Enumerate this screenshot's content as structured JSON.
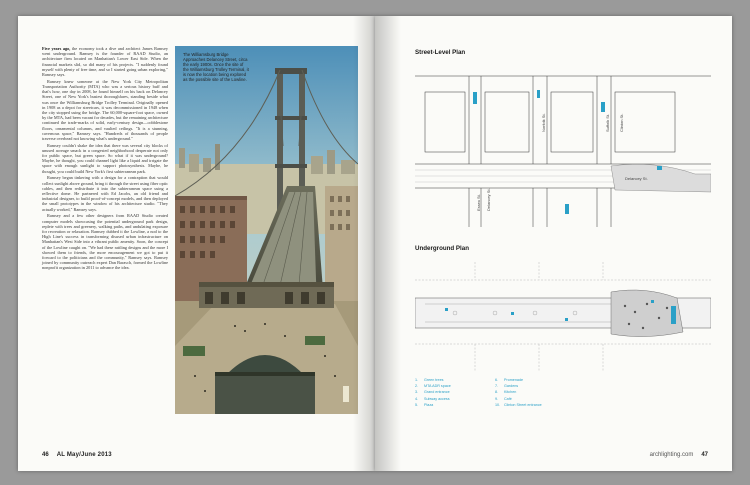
{
  "left_page": {
    "folio_number": "46",
    "folio_publication": "AL May/June 2013",
    "lead": "Five years ago,",
    "paragraphs": [
      " the economy took a dive and architect James Ramsey went underground. Ramsey is the founder of RAAD Studio, an architecture firm located on Manhattan's Lower East Side. When the financial markets slid, so did many of his projects. \"I suddenly found myself with plenty of free time, and so I started going urban exploring,\" Ramsey says.",
      "Ramsey knew someone at the New York City Metropolitan Transportation Authority (MTA) who was a serious history buff and that's how, one day in 2008, he found himself on his back on Delancey Street, one of New York's busiest thoroughfares, standing beside what was once the Williamsburg Bridge Trolley Terminal. Originally opened in 1908 as a depot for streetcars, it was decommissioned in 1948 when the city stopped using the bridge. The 60,000-square-foot space, owned by the MTA, had been vacant for decades, but the remaining architecture continued the trade-marks of solid, early-century design—cobblestone floors, ornamental columns, and vaulted ceilings. \"It is a stunning, cavernous space,\" Ramsey says. \"Hundreds of thousands of people traverse overhead not knowing what's underground.\"",
      "Ramsey couldn't shake the idea that there was several city blocks of unused acreage smack in a congested neighborhood desperate not only for public space, but green space. So what if it was underground? Maybe, he thought, you could channel light like a liquid and irrigate the space with enough sunlight to support photosynthesis. Maybe, he thought, you could build New York's first subterranean park.",
      "Ramsey began tinkering with a design for a contraption that would collect sunlight above ground, bring it through the street using fiber optic cables, and then redistribute it into the subterranean space using a reflective dome. He partnered with Ed Jacobs, an old friend and industrial designer, to build proof-of-concept models, and then deployed the small prototypes in the window of his architecture studio. \"They actually worked,\" Ramsey says.",
      "Ramsey and a few other designers from RAAD Studio created computer models showcasing the potential underground park design, replete with trees and greenery, walking paths, and undulating exposure for recreation or relaxation. Ramsey dubbed it the Lowline, a nod to the High Line's success in transforming disused urban infrastructure on Manhattan's West Side into a vibrant public amenity. Soon, the concept of the Lowline caught on. \"We had these rattling designs and the more I showed them to friends, the more encouragement we got to put it forward to the politicians and the community,\" Ramsey says. Ramsey joined by community outreach expert Dan Barasch, formed the Lowline nonprofit organization in 2011 to advance the idea."
    ],
    "caption": "The Williamsburg Bridge Approaches Delancey Street, circa the early 1900s. Once the site of the Williamsburg Trolley Terminal, it is now the location being explored as the possible site of the Lowline."
  },
  "right_page": {
    "folio_site": "archlighting.com",
    "folio_number": "47",
    "street_plan_title": "Street-Level Plan",
    "underground_plan_title": "Underground Plan",
    "street_labels": [
      "Norfolk St.",
      "Suffolk St.",
      "Clinton St.",
      "Delancey St.",
      "Essex St.",
      "Delancey St."
    ],
    "legend": [
      {
        "n": "1.",
        "label": "Green trees"
      },
      {
        "n": "2.",
        "label": "MTA ADR space"
      },
      {
        "n": "3.",
        "label": "Grand entrance"
      },
      {
        "n": "4.",
        "label": "Subway access"
      },
      {
        "n": "5.",
        "label": "Plaza"
      },
      {
        "n": "6.",
        "label": "Promenade"
      },
      {
        "n": "7.",
        "label": "Gardens"
      },
      {
        "n": "8.",
        "label": "Kitchen"
      },
      {
        "n": "9.",
        "label": "Café"
      },
      {
        "n": "10.",
        "label": "Clinton Street entrance"
      }
    ],
    "accent_color": "#2aa0c7"
  }
}
